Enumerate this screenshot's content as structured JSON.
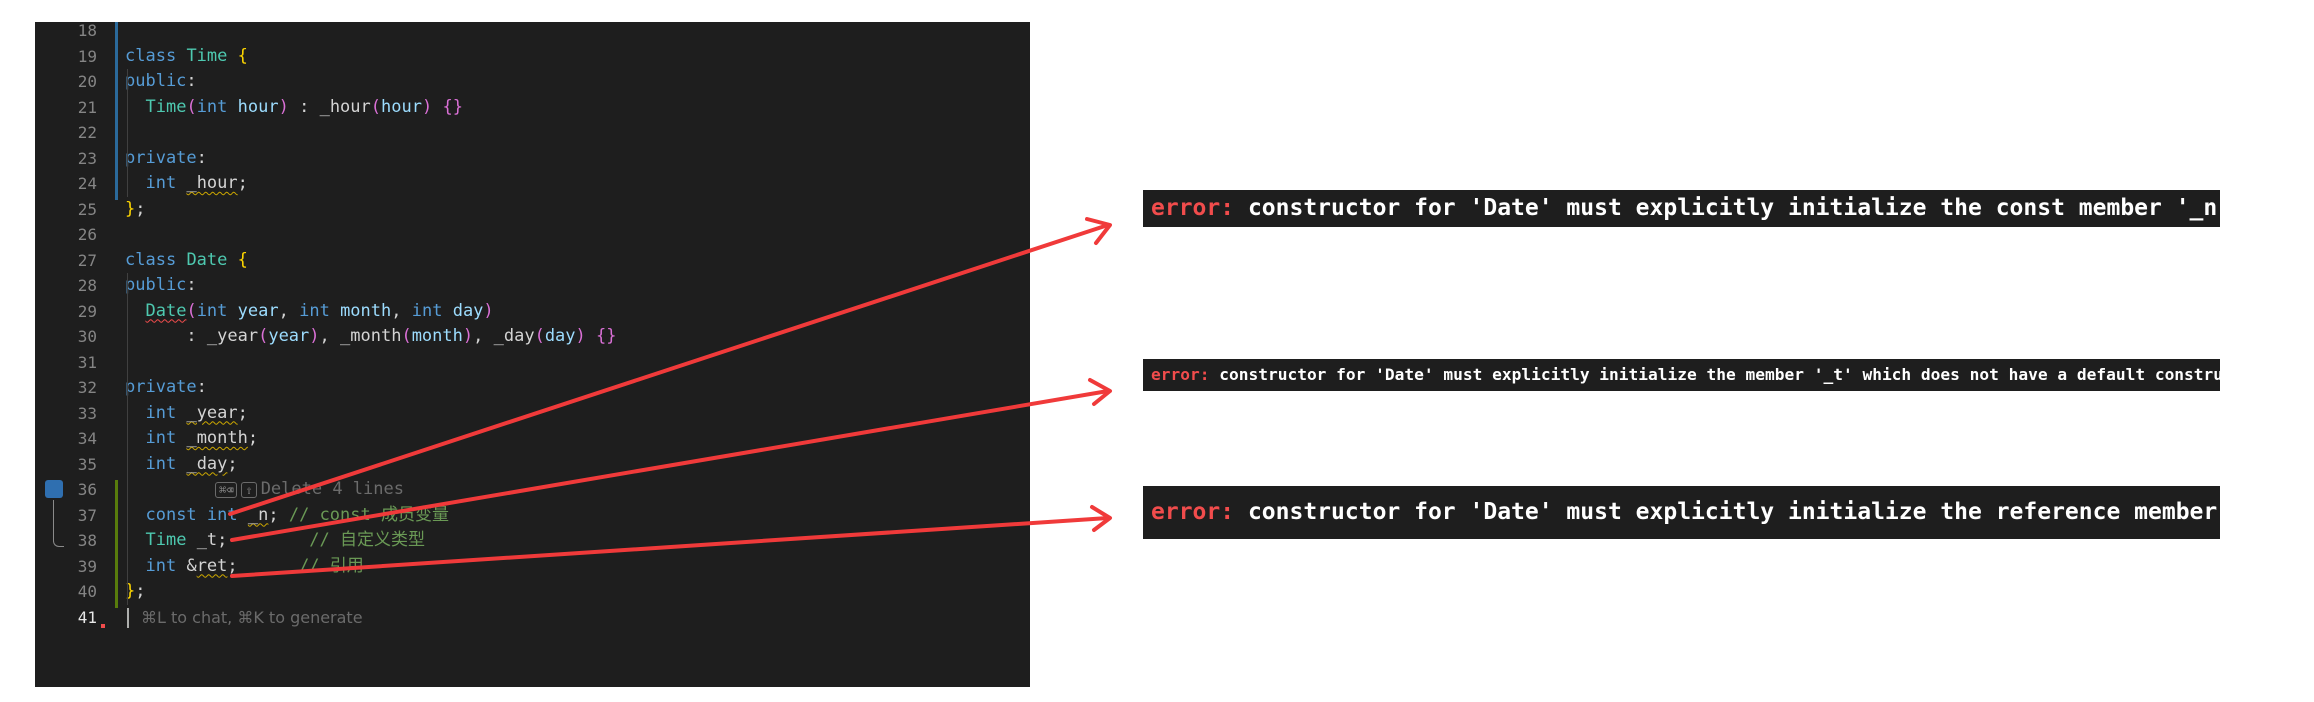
{
  "editor": {
    "lines": [
      {
        "num": "18",
        "tokens": []
      },
      {
        "num": "19",
        "tokens": [
          {
            "t": "class",
            "c": "kw"
          },
          {
            "t": " "
          },
          {
            "t": "Time",
            "c": "ty"
          },
          {
            "t": " "
          },
          {
            "t": "{",
            "c": "br"
          }
        ]
      },
      {
        "num": "20",
        "tokens": [
          {
            "t": "public",
            "c": "kw"
          },
          {
            "t": ":"
          }
        ]
      },
      {
        "num": "21",
        "tokens": [
          {
            "t": "  "
          },
          {
            "t": "Time",
            "c": "ty"
          },
          {
            "t": "(",
            "c": "br2"
          },
          {
            "t": "int",
            "c": "kw"
          },
          {
            "t": " "
          },
          {
            "t": "hour",
            "c": "pm"
          },
          {
            "t": ")",
            "c": "br2"
          },
          {
            "t": " : "
          },
          {
            "t": "_hour"
          },
          {
            "t": "(",
            "c": "br2"
          },
          {
            "t": "hour",
            "c": "pm"
          },
          {
            "t": ")",
            "c": "br2"
          },
          {
            "t": " "
          },
          {
            "t": "{}",
            "c": "br2"
          }
        ]
      },
      {
        "num": "22",
        "tokens": []
      },
      {
        "num": "23",
        "tokens": [
          {
            "t": "private",
            "c": "kw"
          },
          {
            "t": ":"
          }
        ]
      },
      {
        "num": "24",
        "tokens": [
          {
            "t": "  "
          },
          {
            "t": "int",
            "c": "kw"
          },
          {
            "t": " "
          },
          {
            "t": "_hour",
            "c": "squig"
          },
          {
            "t": ";"
          }
        ]
      },
      {
        "num": "25",
        "tokens": [
          {
            "t": "}",
            "c": "br"
          },
          {
            "t": ";"
          }
        ]
      },
      {
        "num": "26",
        "tokens": []
      },
      {
        "num": "27",
        "tokens": [
          {
            "t": "class",
            "c": "kw"
          },
          {
            "t": " "
          },
          {
            "t": "Date",
            "c": "ty"
          },
          {
            "t": " "
          },
          {
            "t": "{",
            "c": "br"
          }
        ]
      },
      {
        "num": "28",
        "tokens": [
          {
            "t": "public",
            "c": "kw"
          },
          {
            "t": ":"
          }
        ]
      },
      {
        "num": "29",
        "tokens": [
          {
            "t": "  "
          },
          {
            "t": "Date",
            "c": "ty squig-red"
          },
          {
            "t": "(",
            "c": "br2"
          },
          {
            "t": "int",
            "c": "kw"
          },
          {
            "t": " "
          },
          {
            "t": "year",
            "c": "pm"
          },
          {
            "t": ", "
          },
          {
            "t": "int",
            "c": "kw"
          },
          {
            "t": " "
          },
          {
            "t": "month",
            "c": "pm"
          },
          {
            "t": ", "
          },
          {
            "t": "int",
            "c": "kw"
          },
          {
            "t": " "
          },
          {
            "t": "day",
            "c": "pm"
          },
          {
            "t": ")",
            "c": "br2"
          }
        ]
      },
      {
        "num": "30",
        "tokens": [
          {
            "t": "      : "
          },
          {
            "t": "_year"
          },
          {
            "t": "(",
            "c": "br2"
          },
          {
            "t": "year",
            "c": "pm"
          },
          {
            "t": ")",
            "c": "br2"
          },
          {
            "t": ", "
          },
          {
            "t": "_month"
          },
          {
            "t": "(",
            "c": "br2"
          },
          {
            "t": "month",
            "c": "pm"
          },
          {
            "t": ")",
            "c": "br2"
          },
          {
            "t": ", "
          },
          {
            "t": "_day"
          },
          {
            "t": "(",
            "c": "br2"
          },
          {
            "t": "day",
            "c": "pm"
          },
          {
            "t": ")",
            "c": "br2"
          },
          {
            "t": " "
          },
          {
            "t": "{}",
            "c": "br2"
          }
        ]
      },
      {
        "num": "31",
        "tokens": []
      },
      {
        "num": "32",
        "tokens": [
          {
            "t": "private",
            "c": "kw"
          },
          {
            "t": ":"
          }
        ]
      },
      {
        "num": "33",
        "tokens": [
          {
            "t": "  "
          },
          {
            "t": "int",
            "c": "kw"
          },
          {
            "t": " "
          },
          {
            "t": "_year",
            "c": "squig"
          },
          {
            "t": ";"
          }
        ]
      },
      {
        "num": "34",
        "tokens": [
          {
            "t": "  "
          },
          {
            "t": "int",
            "c": "kw"
          },
          {
            "t": " "
          },
          {
            "t": "_month",
            "c": "squig"
          },
          {
            "t": ";"
          }
        ]
      },
      {
        "num": "35",
        "tokens": [
          {
            "t": "  "
          },
          {
            "t": "int",
            "c": "kw"
          },
          {
            "t": " "
          },
          {
            "t": "_day",
            "c": "squig"
          },
          {
            "t": ";"
          }
        ]
      },
      {
        "num": "36",
        "hint": true
      },
      {
        "num": "37",
        "tokens": [
          {
            "t": "  "
          },
          {
            "t": "const",
            "c": "kw"
          },
          {
            "t": " "
          },
          {
            "t": "int",
            "c": "kw"
          },
          {
            "t": " "
          },
          {
            "t": "_n",
            "c": "squig"
          },
          {
            "t": "; "
          },
          {
            "t": "// const 成员变量",
            "c": "cm"
          }
        ]
      },
      {
        "num": "38",
        "tokens": [
          {
            "t": "  "
          },
          {
            "t": "Time",
            "c": "ty"
          },
          {
            "t": " "
          },
          {
            "t": "_t"
          },
          {
            "t": ";        "
          },
          {
            "t": "// 自定义类型",
            "c": "cm"
          }
        ]
      },
      {
        "num": "39",
        "tokens": [
          {
            "t": "  "
          },
          {
            "t": "int",
            "c": "kw"
          },
          {
            "t": " &"
          },
          {
            "t": "ret",
            "c": "squig"
          },
          {
            "t": ";      "
          },
          {
            "t": "// 引用",
            "c": "cm"
          }
        ]
      },
      {
        "num": "40",
        "tokens": [
          {
            "t": "}",
            "c": "br"
          },
          {
            "t": ";"
          }
        ]
      },
      {
        "num": "41",
        "current": true,
        "placeholder": "⌘L to chat, ⌘K to generate"
      }
    ],
    "inline_hint": {
      "keys": [
        "⌘⌫",
        "⇧"
      ],
      "text": "Delete 4 lines"
    }
  },
  "errors": [
    {
      "label": "error:",
      "message": " constructor for 'Date' must explicitly initialize the const member '_n'"
    },
    {
      "label": "error:",
      "message": " constructor for 'Date' must explicitly initialize the member '_t' which does not have a default constructor"
    },
    {
      "label": "error:",
      "message": " constructor for 'Date' must explicitly initialize the reference member 'ret'"
    }
  ],
  "colors": {
    "arrow": "#f03a3a",
    "error_label": "#f14c4c",
    "editor_bg": "#1e1e1e"
  }
}
